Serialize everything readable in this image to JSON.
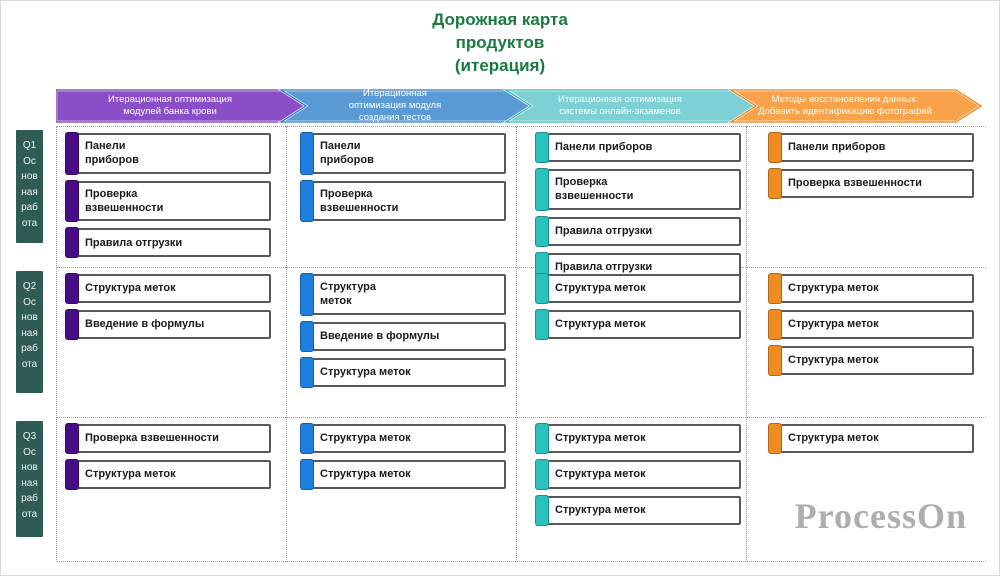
{
  "title": {
    "text": "Дорожная карта\nпродуктов\n(итерация)",
    "color": "#1b7a43"
  },
  "watermark": "ProcessOn",
  "columns": [
    {
      "header": "Итерационная оптимизация\nмодулей банка крови",
      "arrow_fill": "#8a4ec8",
      "arrow_border": "#6a35a0",
      "tab_color": "#470c86"
    },
    {
      "header": "Итерационная\nоптимизация модуля\nсоздания тестов",
      "arrow_fill": "#5b9bd5",
      "arrow_border": "#2e75b6",
      "tab_color": "#1e7fe0"
    },
    {
      "header": "Итерационная оптимизация\nсистемы онлайн-экзаменов",
      "arrow_fill": "#7dd0d3",
      "arrow_border": "#38b4b8",
      "tab_color": "#2ac1bf"
    },
    {
      "header": "Методы восстановления данных:\nДобавить идентификацию фотографий",
      "arrow_fill": "#f9a24a",
      "arrow_border": "#e0821e",
      "tab_color": "#ee8b21"
    }
  ],
  "rows": [
    {
      "label": "Q1 Основная работа",
      "cells": [
        [
          "Панели\nприборов",
          "Проверка\nвзвешенности",
          "Правила отгрузки"
        ],
        [
          "Панели\nприборов",
          "Проверка\nвзвешенности"
        ],
        [
          "Панели приборов",
          "Проверка\nвзвешенности",
          "Правила отгрузки",
          "Правила отгрузки"
        ],
        [
          "Панели приборов",
          "Проверка взвешенности"
        ]
      ]
    },
    {
      "label": "Q2 Основная работа",
      "cells": [
        [
          "Структура меток",
          "Введение в формулы"
        ],
        [
          "Структура\nметок",
          "Введение в формулы",
          "Структура меток"
        ],
        [
          "Структура меток",
          "Структура меток"
        ],
        [
          "Структура меток",
          "Структура меток",
          "Структура меток"
        ]
      ]
    },
    {
      "label": "Q3 Основная работа",
      "cells": [
        [
          "Проверка взвешенности",
          "Структура меток"
        ],
        [
          "Структура меток",
          "Структура меток"
        ],
        [
          "Структура меток",
          "Структура меток",
          "Структура меток"
        ],
        [
          "Структура меток"
        ]
      ]
    }
  ]
}
